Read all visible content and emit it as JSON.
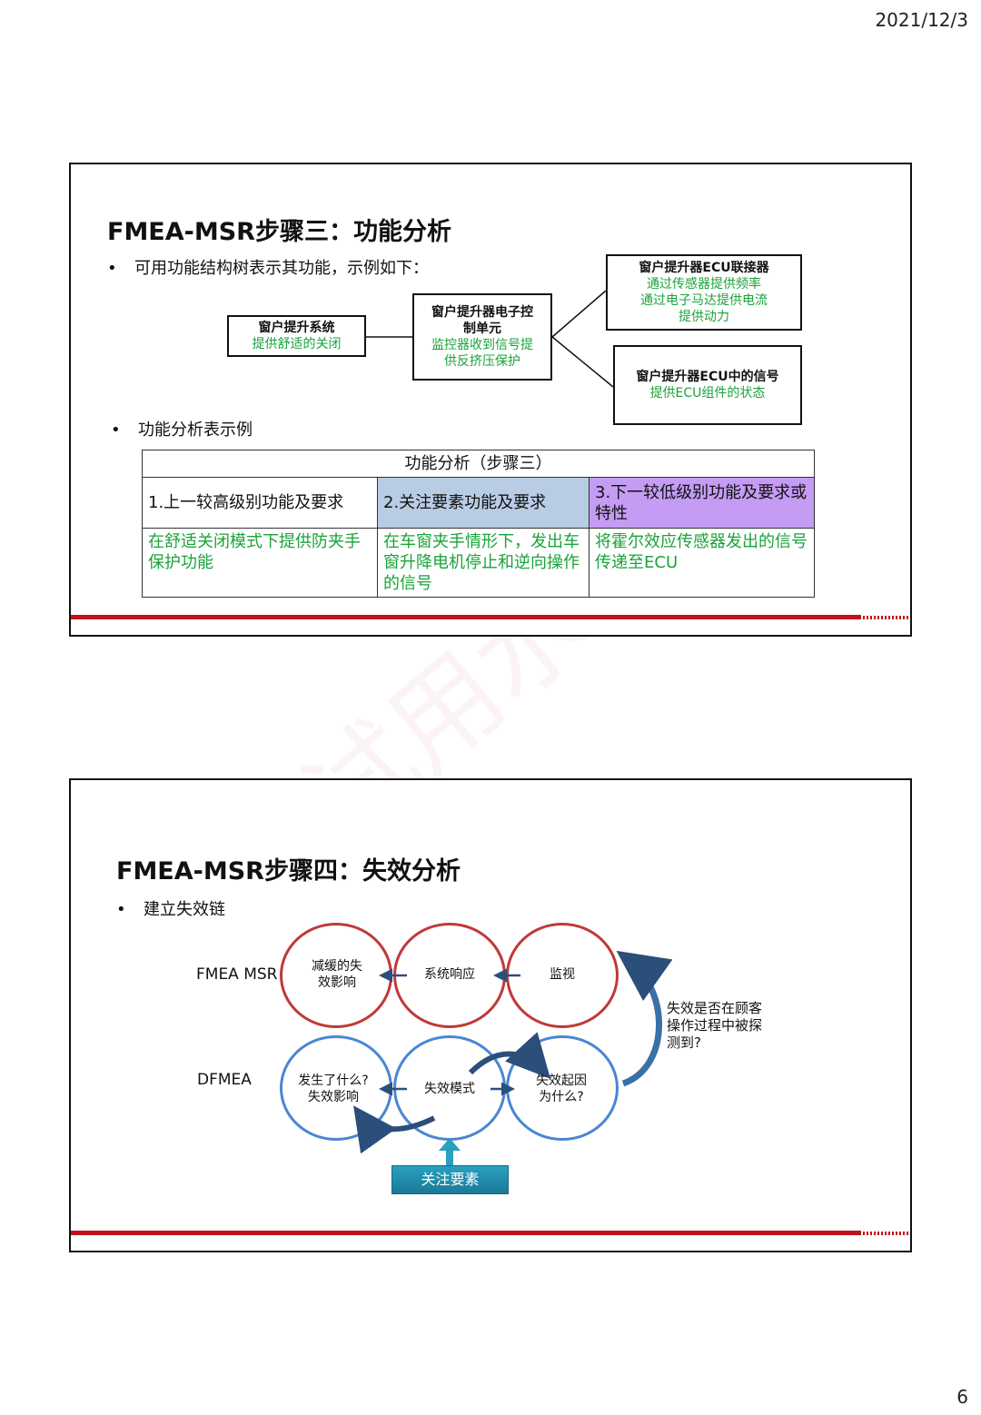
{
  "header": {
    "date": "2021/12/3"
  },
  "footer": {
    "page_number": "6"
  },
  "watermark": "试用水印",
  "slide1": {
    "title": "FMEA-MSR步骤三：功能分析",
    "bullet1": "可用功能结构树表示其功能，示例如下：",
    "bullet2": "功能分析表示例",
    "tree": {
      "root": {
        "title": "窗户提升系统",
        "function": "提供舒适的关闭"
      },
      "middle": {
        "title_line1": "窗户提升器电子控",
        "title_line2": "制单元",
        "function_line1": "监控器收到信号提",
        "function_line2": "供反挤压保护"
      },
      "right_top": {
        "title": "窗户提升器ECU联接器",
        "function_line1": "通过传感器提供频率",
        "function_line2": "通过电子马达提供电流",
        "function_line3": "提供动力"
      },
      "right_bottom": {
        "title": "窗户提升器ECU中的信号",
        "function": "提供ECU组件的状态"
      }
    },
    "table": {
      "caption": "功能分析（步骤三）",
      "headers": [
        "1.上一较高级别功能及要求",
        "2.关注要素功能及要求",
        "3.下一较低级别功能及要求或特性"
      ],
      "row": [
        "在舒适关闭模式下提供防夹手保护功能",
        "在车窗夹手情形下，发出车窗升降电机停止和逆向操作的信号",
        "将霍尔效应传感器发出的信号传递至ECU"
      ],
      "colors": {
        "header2": "#b8cce4",
        "header3": "#c49cf4",
        "function_text": "#1aa33a"
      }
    }
  },
  "slide2": {
    "title": "FMEA-MSR步骤四：失效分析",
    "bullet1": "建立失效链",
    "row_labels": {
      "top": "FMEA MSR",
      "bottom": "DFMEA"
    },
    "top_circles": [
      {
        "line1": "减缓的失",
        "line2": "效影响"
      },
      {
        "line1": "系统响应",
        "line2": ""
      },
      {
        "line1": "监视",
        "line2": ""
      }
    ],
    "bottom_circles": [
      {
        "line1": "发生了什么?",
        "line2": "失效影响"
      },
      {
        "line1": "失效模式",
        "line2": ""
      },
      {
        "line1": "失效起因",
        "line2": "为什么?"
      }
    ],
    "side_note": {
      "line1": "失效是否在顾客",
      "line2": "操作过程中被探",
      "line3": "测到?"
    },
    "focus_button": "关注要素",
    "colors": {
      "top_circle": "#c0393b",
      "bottom_circle": "#4a86d4",
      "arrow": "#2b4f7a"
    }
  }
}
